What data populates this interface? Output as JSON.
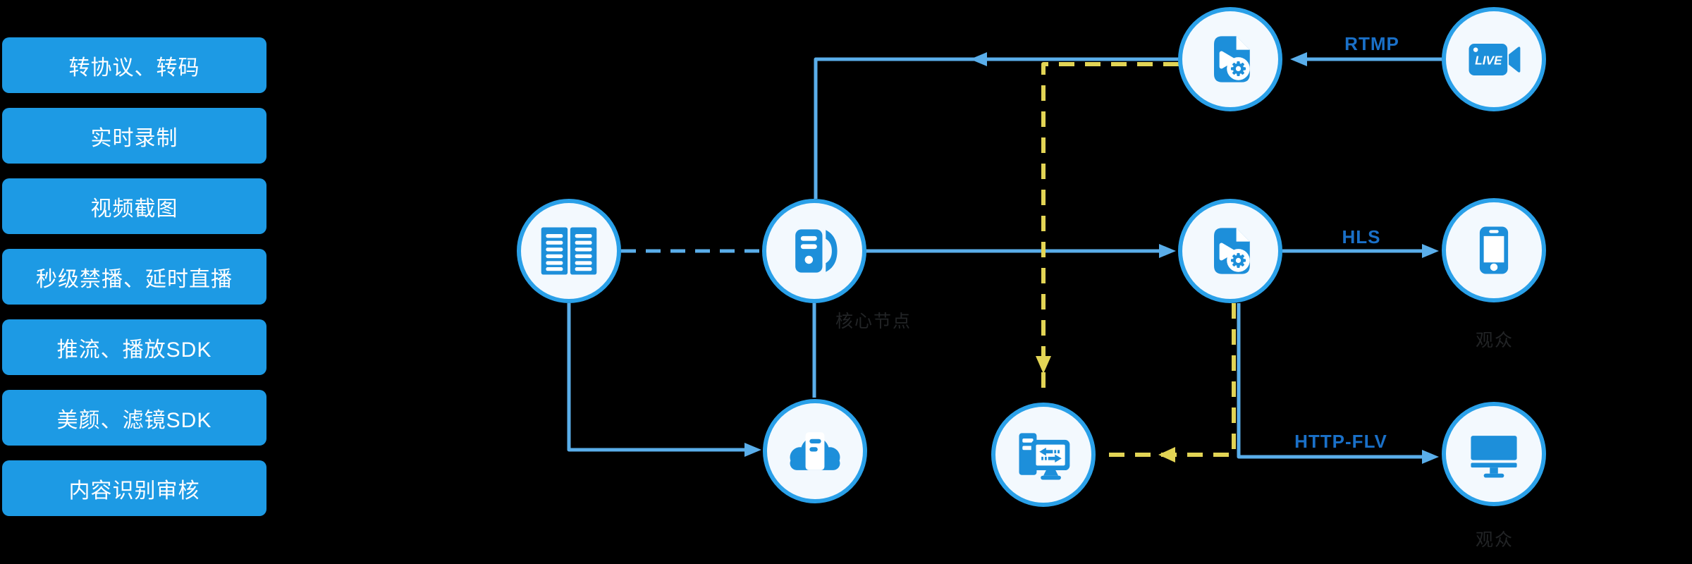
{
  "colors": {
    "background": "#000000",
    "button_blue": "#1d9ae4",
    "circle_border": "#2aa0e8",
    "circle_fill": "#f3f9fe",
    "icon_blue": "#1d8fda",
    "line_blue": "#5aaeea",
    "line_yellow": "#e2d455",
    "protocol_label_blue": "#1a70c8",
    "faint_label_gray": "#222426"
  },
  "sidebar": {
    "items": [
      {
        "label": "转协议、转码"
      },
      {
        "label": "实时录制"
      },
      {
        "label": "视频截图"
      },
      {
        "label": "秒级禁播、延时直播"
      },
      {
        "label": "推流、播放SDK"
      },
      {
        "label": "美颜、滤镜SDK"
      },
      {
        "label": "内容识别审核"
      }
    ]
  },
  "diagram": {
    "edge_labels": {
      "rtmp": "RTMP",
      "hls": "HLS",
      "http_flv": "HTTP-FLV"
    },
    "node_labels": {
      "core_node": "核心节点",
      "phone_viewer": "观众",
      "tv_viewer": "观众"
    },
    "live_badge": "LIVE",
    "icons": [
      "ledger-icon",
      "server-tower-icon",
      "cloud-server-icon",
      "video-file-gear-icon",
      "pc-monitor-transfer-icon",
      "live-camera-icon",
      "phone-icon",
      "tv-monitor-icon"
    ]
  }
}
